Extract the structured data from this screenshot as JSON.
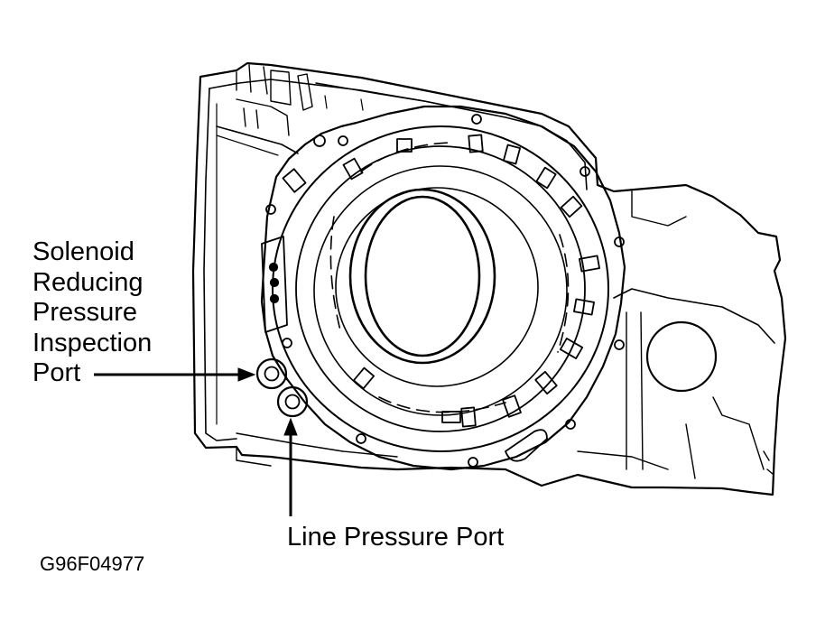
{
  "callouts": {
    "solenoid_port": {
      "line1": "Solenoid",
      "line2": "Reducing",
      "line3": "Pressure",
      "line4": "Inspection",
      "line5": "Port"
    },
    "line_pressure_port": {
      "text": "Line Pressure Port"
    }
  },
  "figure_id": "G96F04977",
  "colors": {
    "ink": "#000000",
    "background": "#ffffff"
  }
}
